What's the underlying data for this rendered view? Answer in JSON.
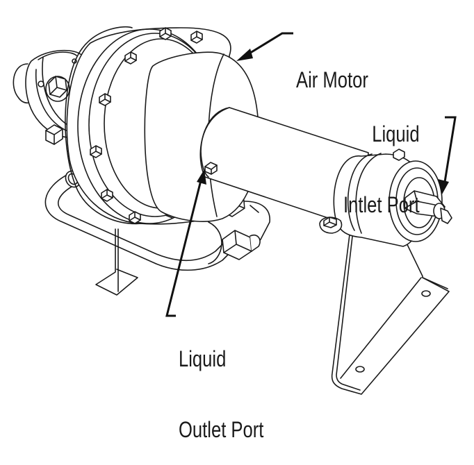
{
  "figure": {
    "labels": {
      "air_motor": "Air Motor",
      "liquid_inlet_port": [
        "Liquid",
        "Intlet Port"
      ],
      "liquid_outlet_port": [
        "Liquid",
        "Outlet Port"
      ]
    },
    "colors": {
      "line": "#1a1a1a",
      "background": "#ffffff"
    }
  }
}
